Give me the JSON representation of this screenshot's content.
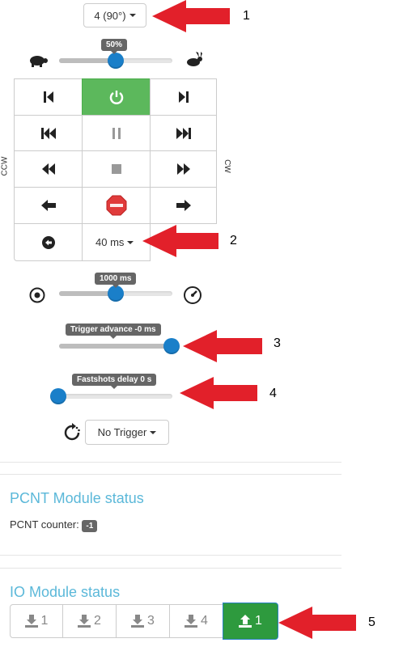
{
  "rotation": {
    "selected": "4 (90°)"
  },
  "speed": {
    "value_label": "50%",
    "value_pct": 50
  },
  "controls": {
    "ccw_label": "CCW",
    "cw_label": "CW",
    "step_interval": "40 ms"
  },
  "interval": {
    "value_label": "1000 ms",
    "value_pct": 50
  },
  "trigger_advance": {
    "label": "Trigger advance -0 ms",
    "value_pct": 98
  },
  "fastshots": {
    "label": "Fastshots delay 0 s",
    "value_pct": 0
  },
  "trigger": {
    "selected": "No Trigger"
  },
  "pcnt": {
    "title": "PCNT Module status",
    "counter_label": "PCNT counter:",
    "counter_value": "-1"
  },
  "io": {
    "title": "IO Module status",
    "buttons": [
      {
        "label": "1",
        "type": "input"
      },
      {
        "label": "2",
        "type": "input"
      },
      {
        "label": "3",
        "type": "input"
      },
      {
        "label": "4",
        "type": "input"
      },
      {
        "label": "1",
        "type": "output"
      }
    ]
  },
  "annotations": [
    "1",
    "2",
    "3",
    "4",
    "5"
  ],
  "colors": {
    "accent_green": "#5cb85c",
    "active_green": "#2e9a3e",
    "slider_blue": "#1a7fc9",
    "arrow_red": "#e2202a",
    "title_blue": "#5bb8d9"
  }
}
